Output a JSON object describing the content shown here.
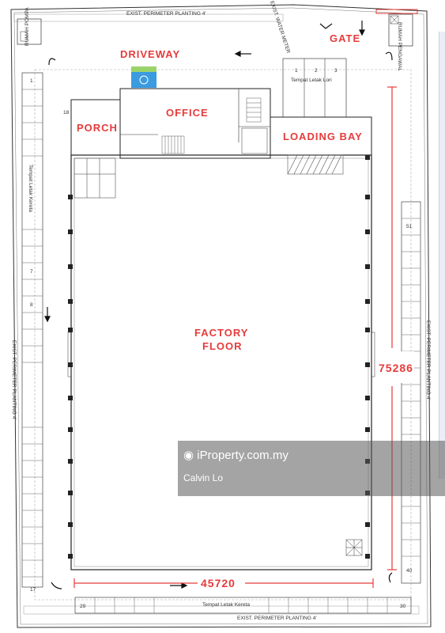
{
  "labels": {
    "driveway": "DRIVEWAY",
    "gate": "GATE",
    "office": "OFFICE",
    "porch": "PORCH",
    "loading_bay": "LOADING BAY",
    "factory_line1": "FACTORY",
    "factory_line2": "FLOOR",
    "dim_vertical": "75286",
    "dim_horizontal": "45720"
  },
  "annotations": {
    "perimeter_top": "EXIST. PERIMETER PLANTING 4'",
    "perimeter_left": "EXIST. PERIMETER PLANTING 4'",
    "perimeter_right": "EXIST. PERIMETER PLANTING 4'",
    "perimeter_bottom": "EXIST. PERIMETER PLANTING 4'",
    "lorry_parking": "Tempat Letak Lori",
    "car_parking_left": "Tempat Letak Kereta",
    "car_parking_bottom": "Tempat Letak Kereta",
    "water_meter": "EXIST. WATER METER",
    "guard_house": "RUMAH PENGAWAL",
    "pump_room": "RUMAH POMPA"
  },
  "stall_numbers": {
    "lorry": [
      "1",
      "2",
      "3"
    ],
    "left_top": "1",
    "left_18": "18",
    "left_7": "7",
    "left_8": "8",
    "left_17": "17",
    "right_51": "51",
    "right_40": "40",
    "bottom_29": "29",
    "bottom_30": "30"
  },
  "watermark": {
    "logo": "iProperty.com.my",
    "user": "Calvin Lo"
  },
  "colors": {
    "accent": "#e63b3b",
    "line": "#333333",
    "hatch": "#555555",
    "accessible_parking": "#3a9be0",
    "accessible_parking_top": "#9bd36b"
  }
}
